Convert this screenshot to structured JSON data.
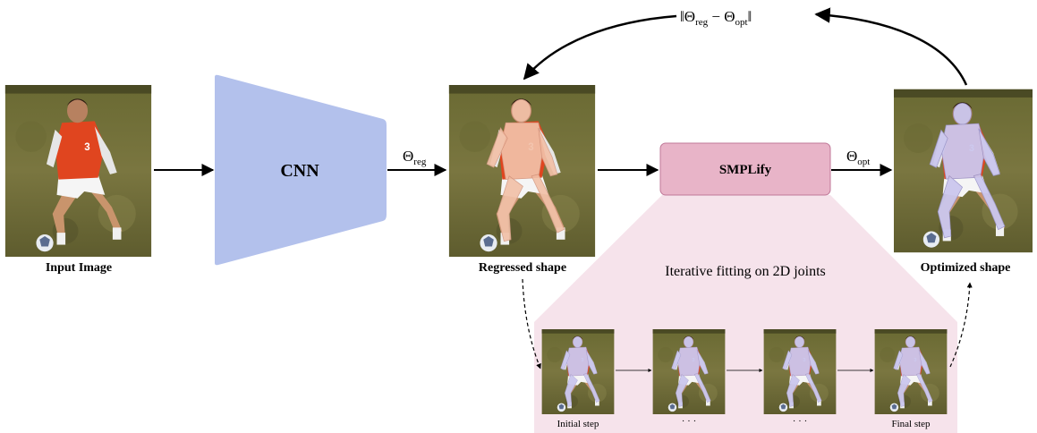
{
  "colors": {
    "cnn_fill": "#b3c1ec",
    "smplify_fill": "#e8b4c8",
    "smplify_stroke": "#c07898",
    "fan_fill": "#f6e3eb",
    "grass_dark": "#5b5b2c",
    "grass_light": "#7d7a40",
    "jersey": "#e0451f",
    "body_regressed": "#f2c1a8",
    "body_optimized": "#c8c4ec"
  },
  "labels": {
    "input_image": "Input Image",
    "cnn": "CNN",
    "theta_reg_base": "Θ",
    "theta_reg_sub": "reg",
    "regressed_shape": "Regressed shape",
    "smplify": "SMPLify",
    "theta_opt_base": "Θ",
    "theta_opt_sub": "opt",
    "optimized_shape": "Optimized shape",
    "loss_norm_open": "‖Θ",
    "loss_reg_sub": "reg",
    "loss_minus": " − Θ",
    "loss_opt_sub": "opt",
    "loss_norm_close": "‖",
    "fitting_caption": "Iterative fitting on 2D joints",
    "steps": [
      "Initial step",
      "· · ·",
      "· · ·",
      "Final step"
    ]
  },
  "icons": {
    "input_photo": "soccer-player-photo",
    "regressed_photo": "soccer-player-with-pink-mesh",
    "optimized_photo": "soccer-player-with-lavender-mesh",
    "step_photo": "soccer-player-with-lavender-mesh-thumbnail"
  }
}
